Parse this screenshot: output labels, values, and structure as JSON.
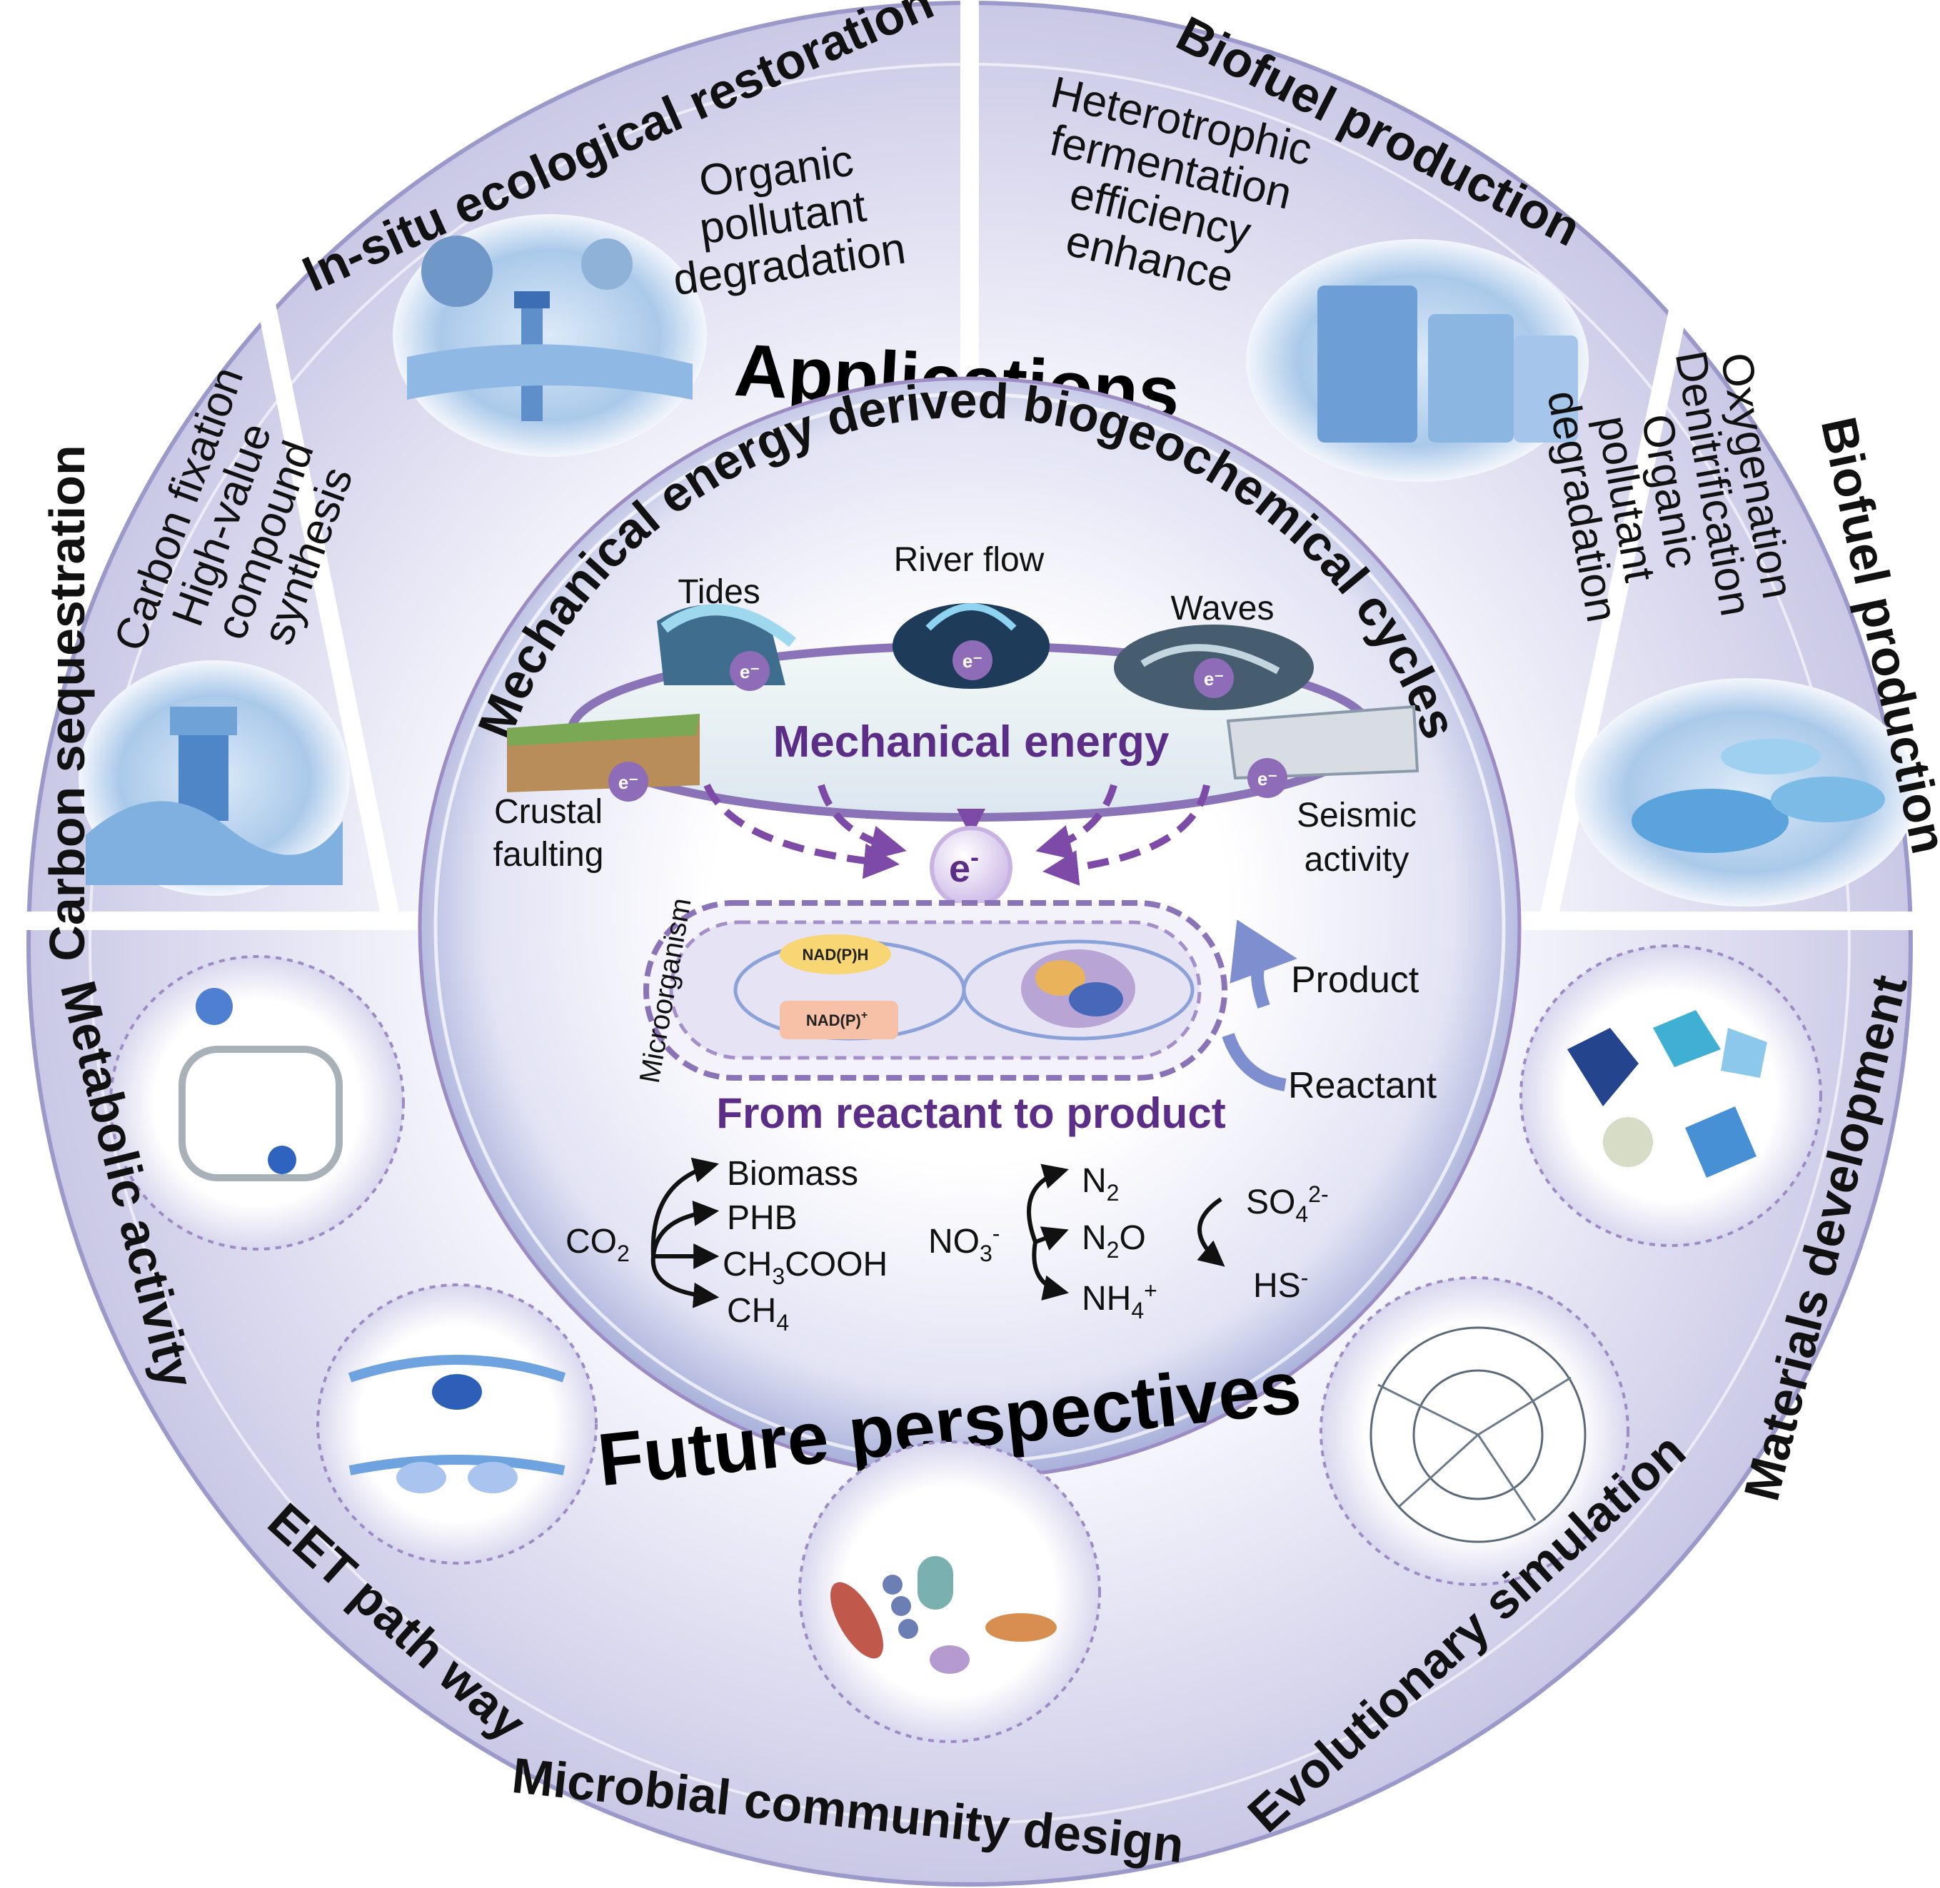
{
  "applications": {
    "heading": "Applications",
    "segments": [
      {
        "title": "Carbon sequestration",
        "lines": [
          "Carbon fixation",
          "High-value",
          "compound",
          "synthesis"
        ]
      },
      {
        "title": "In-situ ecological restoration",
        "lines": [
          "Organic",
          "pollutant",
          "degradation"
        ]
      },
      {
        "title": "Biofuel production",
        "lines": [
          "Heterotrophic",
          "fermentation",
          "efficiency",
          "enhance"
        ]
      },
      {
        "title": "Biofuel production",
        "lines": [
          "Oxygenation",
          "Denitrification",
          "Organic",
          "pollutant",
          "degradation"
        ]
      }
    ]
  },
  "center": {
    "ring_title": "Mechanical energy derived biogeochemical cycles",
    "mechanical_energy": "Mechanical energy",
    "sources": {
      "tides": "Tides",
      "river_flow": "River flow",
      "waves": "Waves",
      "crustal": [
        "Crustal",
        "faulting"
      ],
      "seismic": [
        "Seismic",
        "activity"
      ]
    },
    "electron": "e",
    "electron_sup": "-",
    "microorganism": "Microorganism",
    "nadph": "NAD(P)H",
    "nadp": "NAD(P)",
    "nadp_sup": "+",
    "product": "Product",
    "reactant": "Reactant",
    "from_reactant": "From reactant to product",
    "carbon": {
      "co2": "CO",
      "co2_sub": "2",
      "biomass": "Biomass",
      "phb": "PHB",
      "acetic_a": "CH",
      "acetic_sub": "3",
      "acetic_b": "COOH",
      "ch4": "CH",
      "ch4_sub": "4"
    },
    "nitrogen": {
      "no3": "NO",
      "no3_sub": "3",
      "no3_sup": "-",
      "n2": "N",
      "n2_sub": "2",
      "n2o_a": "N",
      "n2o_sub": "2",
      "n2o_b": "O",
      "nh4": "NH",
      "nh4_sub": "4",
      "nh4_sup": "+"
    },
    "sulfur": {
      "so4": "SO",
      "so4_sub": "4",
      "so4_sup": "2-",
      "hs": "HS",
      "hs_sup": "-"
    }
  },
  "future": {
    "heading": "Future perspectives",
    "items": [
      "Metabolic activity",
      "EET path way",
      "Microbial community design",
      "Evolutionary simulation",
      "Materials development"
    ]
  },
  "colors": {
    "accent": "#5b2d86",
    "ring": "#d2d0ec",
    "panel": "#c7c6e6",
    "arrow": "#7d4aa8"
  }
}
